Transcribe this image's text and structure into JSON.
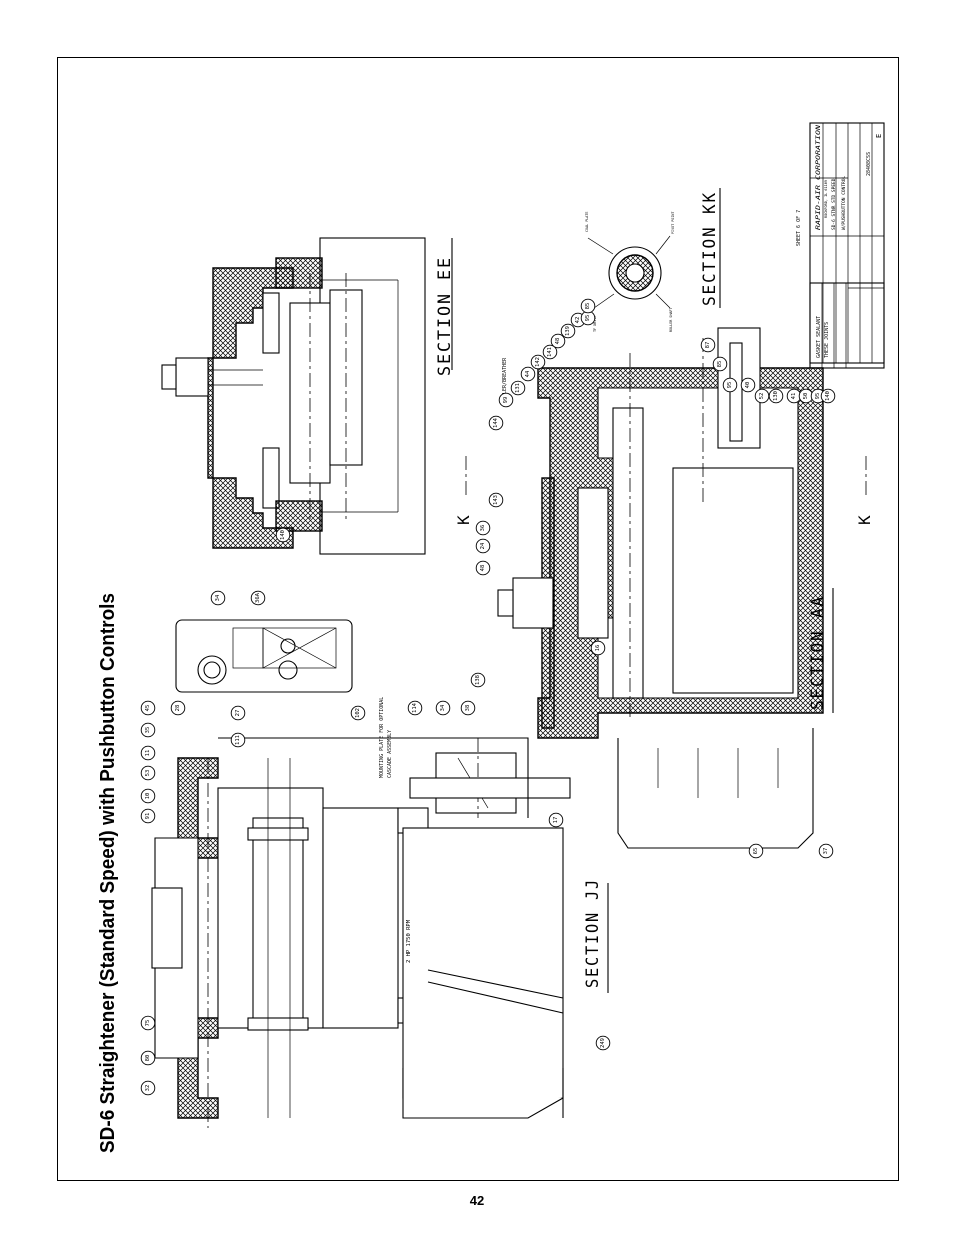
{
  "page": {
    "title": "SD-6 Straightener (Standard Speed) with Pushbutton Controls",
    "page_number": "42"
  },
  "sections": {
    "ee": "SECTION EE",
    "kk": "SECTION KK",
    "aa": "SECTION AA",
    "jj": "SECTION JJ",
    "cut_k_top": "K",
    "cut_k_bottom": "K"
  },
  "notes": {
    "mounting_plate": "MOUNTING PLATE FOR OPTIONAL",
    "mounting_plate_2": "CASCADE ASSEMBLY",
    "filler_breather": "FILLER/BREATHER",
    "gasket_sealant": "GASKET SEALANT",
    "gasket_sealant_2": "THESE JOINTS",
    "motor_rating": "2 HP  1750 RPM",
    "sheet": "SHEET 6 OF 7",
    "detail_1": "COAL PLATE",
    "detail_2": "PIVOT POINT",
    "detail_3": "ROLLER SHAFT",
    "detail_4": "TF DRIVE"
  },
  "title_block": {
    "company": "RAPID-AIR CORPORATION",
    "location": "ROCKFORD, IL 61109",
    "description": "SD-6 STNR STD SPEED",
    "description_2": "W/PUSHBUTTON CONTROL",
    "drawing_number": "28408CSS",
    "rev": "E"
  },
  "balloons": {
    "jj": [
      "32",
      "80",
      "75",
      "91",
      "10",
      "53",
      "11",
      "35",
      "45",
      "28",
      "27",
      "111",
      "102",
      "114",
      "34",
      "38",
      "249"
    ],
    "cascade": [
      "34",
      "36A"
    ],
    "ee": [
      "140"
    ],
    "aa": [
      "48",
      "24",
      "36",
      "143",
      "144",
      "99",
      "131",
      "44",
      "142",
      "141",
      "48",
      "139",
      "42",
      "95",
      "85",
      "16",
      "17",
      "138",
      "65",
      "37"
    ],
    "kk": [
      "87",
      "85",
      "95",
      "40",
      "52",
      "130",
      "41",
      "50",
      "95",
      "140"
    ]
  }
}
